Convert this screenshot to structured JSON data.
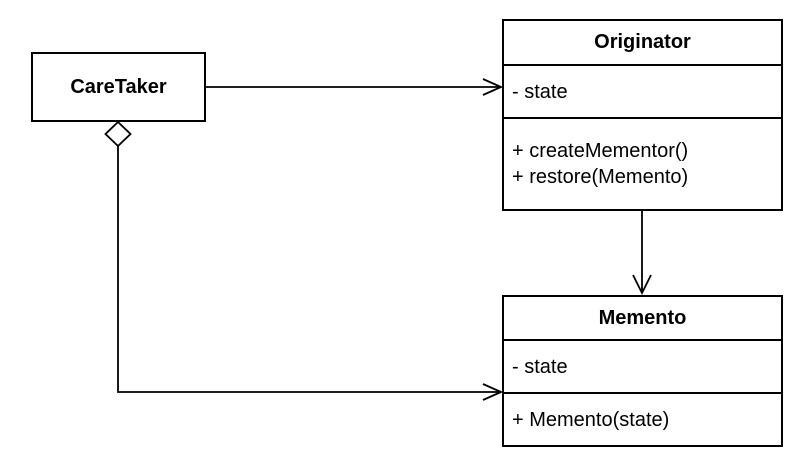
{
  "diagram": {
    "kind": "uml-class-diagram",
    "pattern": "Memento",
    "colors": {
      "stroke": "#000000",
      "shape_fill": "#ffffff",
      "background": "#ffffff",
      "text": "#000000"
    },
    "classes": [
      {
        "name": "CareTaker",
        "attributes": [],
        "methods": []
      },
      {
        "name": "Originator",
        "attributes": [
          "- state"
        ],
        "methods": [
          "+ createMementor()",
          "+ restore(Memento)"
        ]
      },
      {
        "name": "Memento",
        "attributes": [
          "- state"
        ],
        "methods": [
          "+ Memento(state)"
        ]
      }
    ],
    "relationships": [
      {
        "from": "CareTaker",
        "to": "Originator",
        "type": "association",
        "arrowhead": "open",
        "route": "horizontal from CareTaker right edge into Originator attributes row"
      },
      {
        "from": "Originator",
        "to": "Memento",
        "type": "association",
        "arrowhead": "open",
        "route": "vertical from Originator bottom into Memento top"
      },
      {
        "from": "CareTaker",
        "to": "Memento",
        "type": "aggregation",
        "diamond": "hollow",
        "arrowhead": "open",
        "route": "hollow diamond under CareTaker, down then right into Memento left edge"
      }
    ]
  }
}
